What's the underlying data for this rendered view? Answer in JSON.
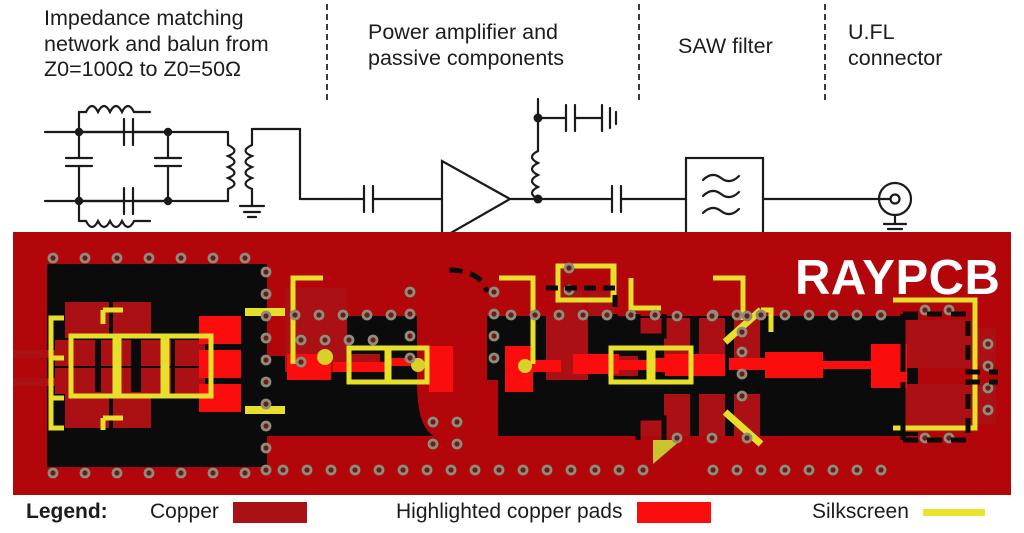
{
  "colors": {
    "pcb_solder_mask": "#b2060b",
    "copper": "#aa0f12",
    "copper_dark_fill": "#0b0b0b",
    "highlighted_copper_pad": "#fc0d0d",
    "silkscreen": "#e8e22a",
    "via_ring": "#8d8d7c",
    "board_outline": "#111111",
    "text": "#1c1c1c",
    "logo_text": "#ffffff",
    "divider": "#3a3a3a",
    "schematic_line": "#1a1a1a"
  },
  "annotations": {
    "sections": [
      {
        "id": "impedance-matching",
        "label": "Impedance matching\nnetwork and balun from\nZ0=100Ω to Z0=50Ω"
      },
      {
        "id": "power-amplifier",
        "label": "Power amplifier and\npassive components"
      },
      {
        "id": "saw-filter",
        "label": "SAW filter"
      },
      {
        "id": "ufl-connector",
        "label": "U.FL\nconnector"
      }
    ],
    "divider_x": [
      326,
      638,
      824
    ]
  },
  "schematic": {
    "blocks": [
      {
        "name": "balun-transformer",
        "type": "transformer"
      },
      {
        "name": "matching-network",
        "type": "lc-network"
      },
      {
        "name": "power-amplifier",
        "type": "amplifier-triangle"
      },
      {
        "name": "bias-inductor",
        "type": "inductor"
      },
      {
        "name": "decoupling-capacitors",
        "type": "capacitor-chain"
      },
      {
        "name": "saw-filter",
        "type": "filter-box"
      },
      {
        "name": "ufl-connector",
        "type": "coax-connector"
      },
      {
        "name": "ground-symbol",
        "type": "ground"
      }
    ]
  },
  "pcb": {
    "logo_text": "RAYPCB"
  },
  "legend": {
    "title": "Legend:",
    "items": [
      {
        "id": "copper",
        "label": "Copper",
        "swatch": "block",
        "color": "#a81216"
      },
      {
        "id": "highlighted-copper-pads",
        "label": "Highlighted copper pads",
        "swatch": "block",
        "color": "#fc0d0d"
      },
      {
        "id": "silkscreen",
        "label": "Silkscreen",
        "swatch": "line",
        "color": "#ece42a"
      }
    ]
  }
}
